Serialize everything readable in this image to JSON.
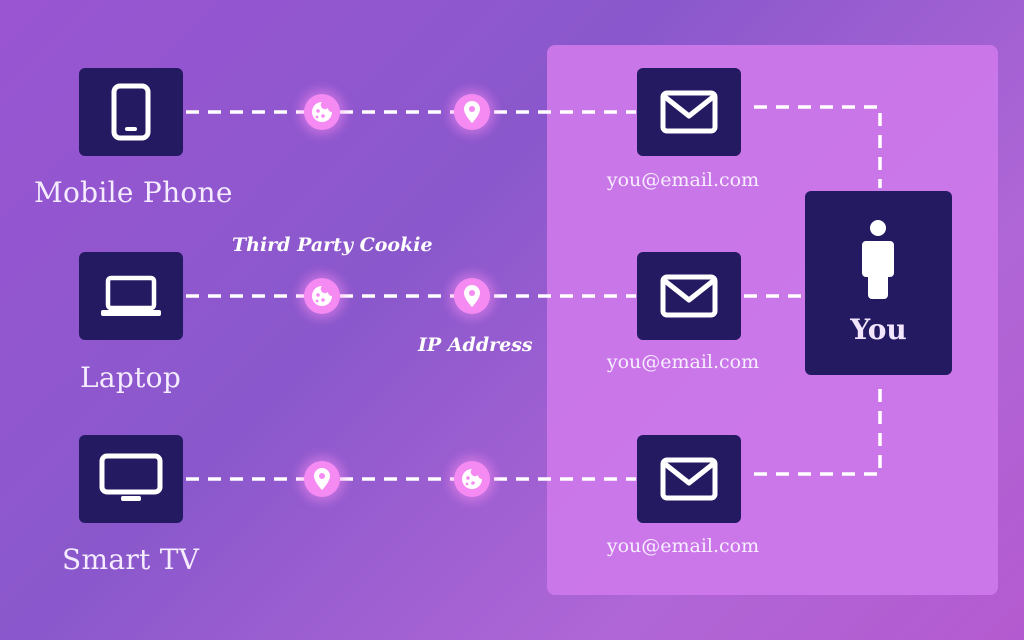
{
  "devices": [
    {
      "label": "Mobile Phone",
      "icon": "mobile-phone-icon"
    },
    {
      "label": "Laptop",
      "icon": "laptop-icon"
    },
    {
      "label": "Smart TV",
      "icon": "smart-tv-icon"
    }
  ],
  "emails": [
    "you@email.com",
    "you@email.com",
    "you@email.com"
  ],
  "annotations": {
    "third_party_cookie": "Third Party Cookie",
    "ip_address": "IP Address"
  },
  "you": {
    "label": "You",
    "icon": "person-icon"
  },
  "tokens": {
    "row1": [
      "cookie-icon",
      "location-pin-icon"
    ],
    "row2": [
      "cookie-icon",
      "location-pin-icon"
    ],
    "row3": [
      "location-pin-icon",
      "cookie-icon"
    ]
  },
  "colors": {
    "tile": "#241a62",
    "token": "#f48af2",
    "panel": "#cd78ea",
    "connector": "#ffffff"
  }
}
